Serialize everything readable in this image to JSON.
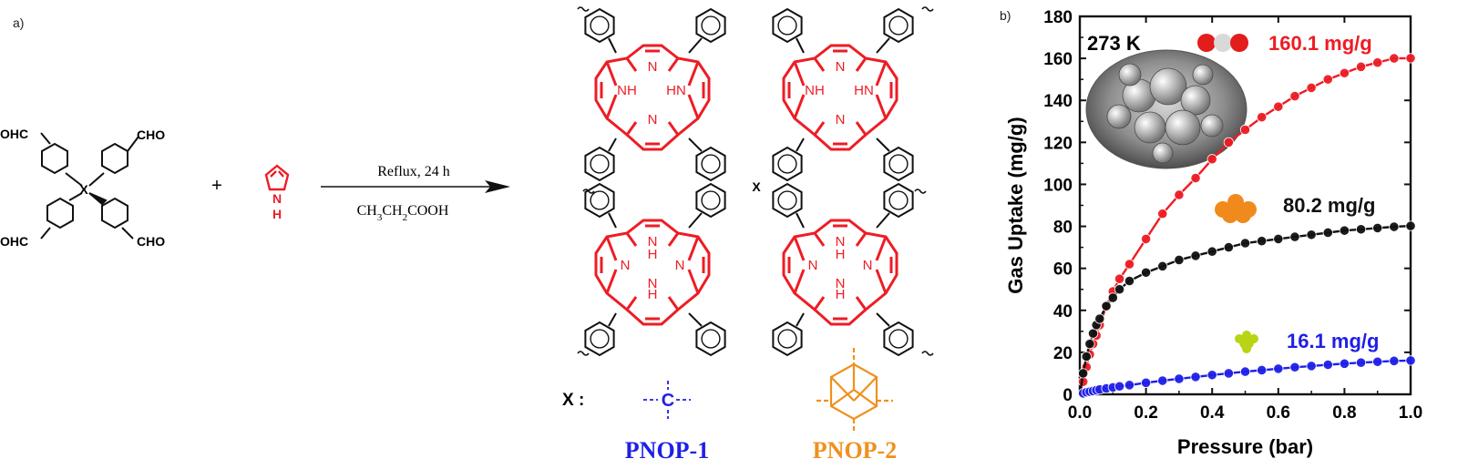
{
  "panel_a": {
    "label": "a)",
    "aldehyde_groups": [
      "OHC",
      "CHO",
      "OHC",
      "CHO"
    ],
    "core_atom": "X",
    "plus": "+",
    "pyrrole_nh": "N",
    "pyrrole_h": "H",
    "reaction_conditions": "Reflux, 24 h",
    "solvent": {
      "text": "CH3CH2COOH",
      "prefix": "CH",
      "sub1": "3",
      "mid": "CH",
      "sub2": "2",
      "suffix": "COOH"
    },
    "porphyrin_atoms": {
      "top": [
        "N",
        "NH",
        "HN",
        "N"
      ],
      "bottom": [
        "N",
        "H",
        "N",
        "N",
        "N",
        "H"
      ]
    },
    "x_label": "X :",
    "x_option_1": {
      "atom": "C",
      "name": "PNOP-1",
      "color": "#1f1fe8"
    },
    "x_option_2": {
      "name": "PNOP-2",
      "color": "#f0901e"
    },
    "red": "#ee1c24"
  },
  "panel_b": {
    "label": "b)",
    "temperature": "273 K",
    "annotations": [
      {
        "text": "160.1 mg/g",
        "color": "#ee1c24",
        "icon": "co2-molecule-icon"
      },
      {
        "text": "80.2 mg/g",
        "color": "#111111",
        "icon": "propane-molecule-icon"
      },
      {
        "text": "16.1 mg/g",
        "color": "#1f1fe8",
        "icon": "methane-molecule-icon"
      }
    ]
  },
  "chart_data": {
    "type": "line",
    "title": "",
    "xlabel": "Pressure (bar)",
    "ylabel": "Gas Uptake (mg/g)",
    "xlim": [
      0.0,
      1.0
    ],
    "ylim": [
      0,
      180
    ],
    "xticks": [
      "0.0",
      "0.2",
      "0.4",
      "0.6",
      "0.8",
      "1.0"
    ],
    "yticks": [
      "0",
      "20",
      "40",
      "60",
      "80",
      "100",
      "120",
      "140",
      "160",
      "180"
    ],
    "grid": false,
    "legend": "none",
    "series": [
      {
        "color": "#ee1c24",
        "x": [
          0.01,
          0.02,
          0.03,
          0.04,
          0.05,
          0.06,
          0.08,
          0.1,
          0.12,
          0.15,
          0.2,
          0.25,
          0.3,
          0.35,
          0.4,
          0.45,
          0.5,
          0.55,
          0.6,
          0.65,
          0.7,
          0.75,
          0.8,
          0.85,
          0.9,
          0.95,
          1.0
        ],
        "y": [
          6,
          13,
          19,
          24,
          28,
          33,
          42,
          49,
          55,
          62,
          74,
          86,
          95,
          103,
          112,
          120,
          126,
          132,
          137,
          142,
          146,
          150,
          153,
          156,
          158,
          160,
          160.1
        ]
      },
      {
        "color": "#111111",
        "x": [
          0.01,
          0.02,
          0.03,
          0.04,
          0.05,
          0.06,
          0.08,
          0.1,
          0.12,
          0.15,
          0.2,
          0.25,
          0.3,
          0.35,
          0.4,
          0.45,
          0.5,
          0.55,
          0.6,
          0.65,
          0.7,
          0.75,
          0.8,
          0.85,
          0.9,
          0.95,
          1.0
        ],
        "y": [
          10,
          18,
          24,
          29,
          33,
          36,
          42,
          46,
          50,
          54,
          58,
          61,
          64,
          66,
          68,
          70,
          72,
          73,
          74,
          75,
          76,
          77,
          78,
          78.6,
          79.2,
          79.8,
          80.2
        ]
      },
      {
        "color": "#1f1fe8",
        "x": [
          0.01,
          0.02,
          0.03,
          0.04,
          0.05,
          0.06,
          0.08,
          0.1,
          0.12,
          0.15,
          0.2,
          0.25,
          0.3,
          0.35,
          0.4,
          0.45,
          0.5,
          0.55,
          0.6,
          0.65,
          0.7,
          0.75,
          0.8,
          0.85,
          0.9,
          0.95,
          1.0
        ],
        "y": [
          0.5,
          1,
          1.3,
          1.6,
          2,
          2.3,
          2.8,
          3.3,
          3.8,
          4.4,
          5.5,
          6.5,
          7.4,
          8.3,
          9.2,
          10,
          10.8,
          11.5,
          12.2,
          12.9,
          13.5,
          14.1,
          14.6,
          15.1,
          15.5,
          15.9,
          16.1
        ]
      }
    ]
  }
}
